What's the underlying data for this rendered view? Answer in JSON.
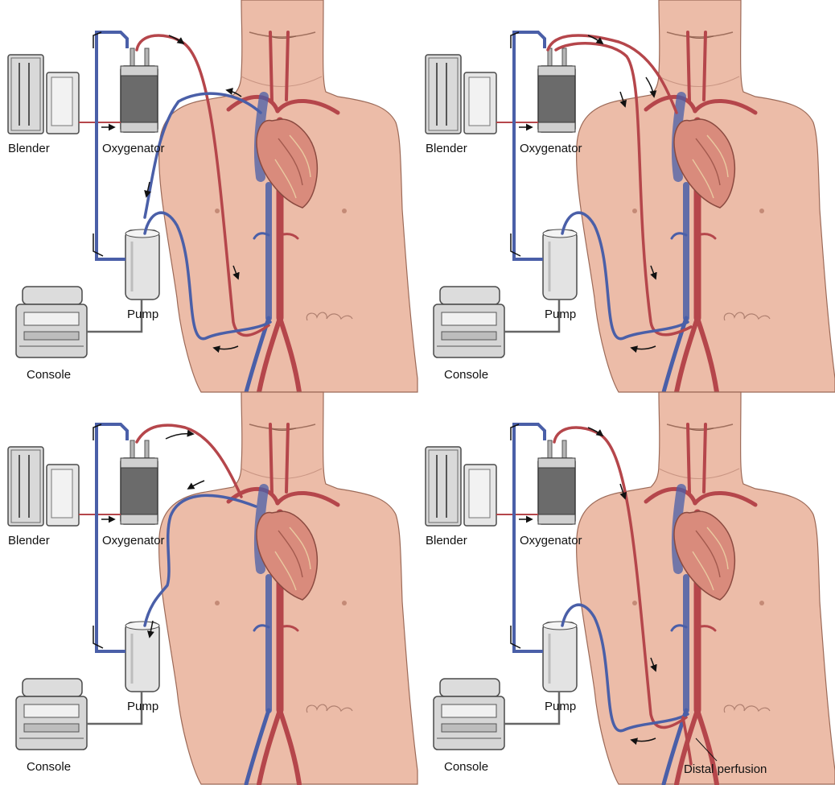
{
  "figure": {
    "panels": [
      {
        "id": "a",
        "labels": {
          "blender": "Blender",
          "oxygenator": "Oxygenator",
          "pump": "Pump",
          "console": "Console"
        }
      },
      {
        "id": "b",
        "labels": {
          "blender": "Blender",
          "oxygenator": "Oxygenator",
          "pump": "Pump",
          "console": "Console"
        }
      },
      {
        "id": "c",
        "labels": {
          "blender": "Blender",
          "oxygenator": "Oxygenator",
          "pump": "Pump",
          "console": "Console"
        }
      },
      {
        "id": "d",
        "labels": {
          "blender": "Blender",
          "oxygenator": "Oxygenator",
          "pump": "Pump",
          "console": "Console",
          "distal": "Distal perfusion"
        }
      }
    ]
  },
  "colors": {
    "venous": "#4a5fa8",
    "arterial": "#b5464b",
    "skin": "#e8b9a6",
    "skin_outline": "#8a5a4a",
    "device": "#5a5a5a",
    "cable": "#666666"
  }
}
